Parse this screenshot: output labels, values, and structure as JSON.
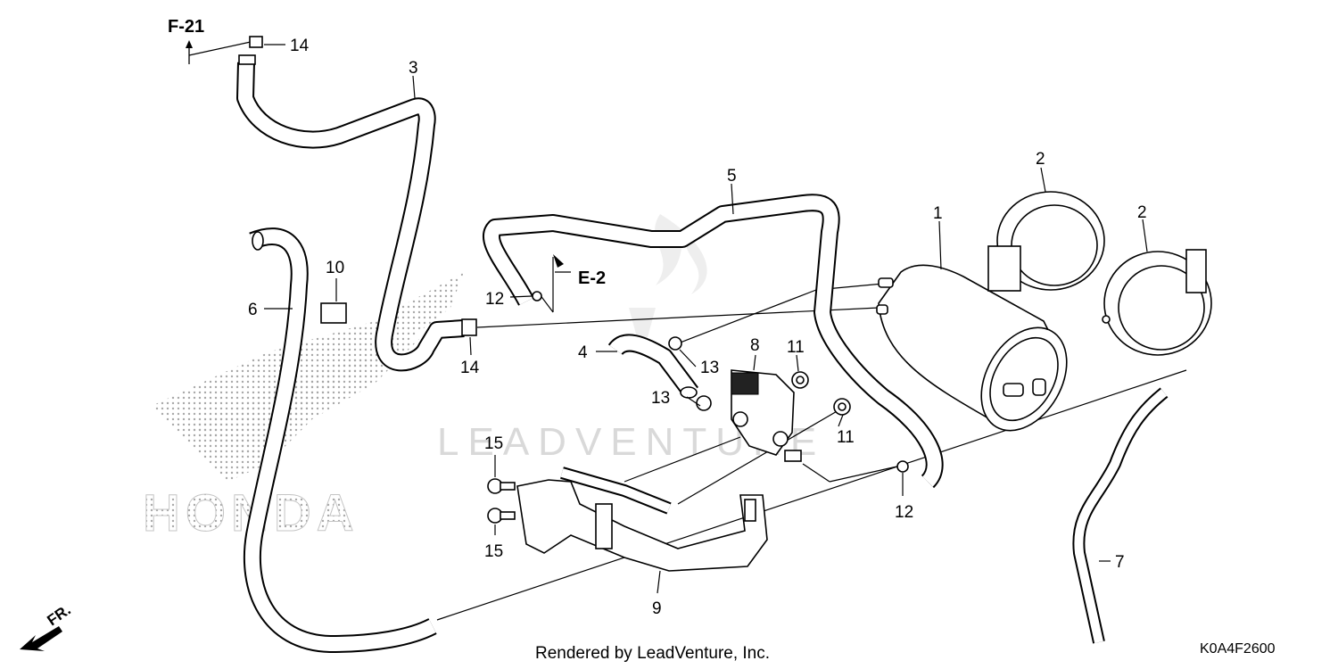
{
  "diagram": {
    "part_labels": [
      "1",
      "2",
      "2",
      "3",
      "4",
      "5",
      "6",
      "7",
      "8",
      "9",
      "10",
      "11",
      "11",
      "12",
      "12",
      "13",
      "13",
      "14",
      "14",
      "15",
      "15"
    ],
    "references": {
      "f21": "F-21",
      "e2": "E-2"
    },
    "front_marker": "FR.",
    "watermark": {
      "brand": "HONDA",
      "text": "LEADVENTURE"
    },
    "footer": "Rendered by LeadVenture, Inc.",
    "diagram_code": "K0A4F2600"
  }
}
